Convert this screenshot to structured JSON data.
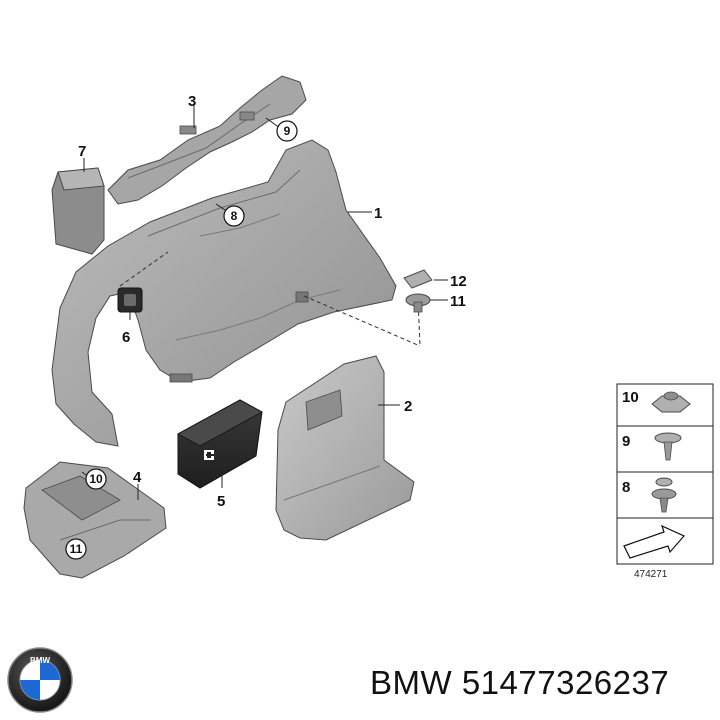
{
  "callouts": [
    "1",
    "2",
    "3",
    "4",
    "5",
    "6",
    "7",
    "8",
    "9",
    "10",
    "11",
    "12"
  ],
  "circled": {
    "c9": "9",
    "c8": "8",
    "c10": "10",
    "c11": "11"
  },
  "legend": {
    "items": [
      "10",
      "9",
      "8"
    ],
    "diagram_number": "474271"
  },
  "footer": {
    "brand": "BMW",
    "part_number": "51477326237",
    "logo_letters": "BMW"
  },
  "colors": {
    "part_fill": "#a5a5a5",
    "part_dark": "#8a8a8a",
    "part_light": "#c4c4c4",
    "outline": "#4a4a4a",
    "bmw_blue": "#1c69d4"
  }
}
